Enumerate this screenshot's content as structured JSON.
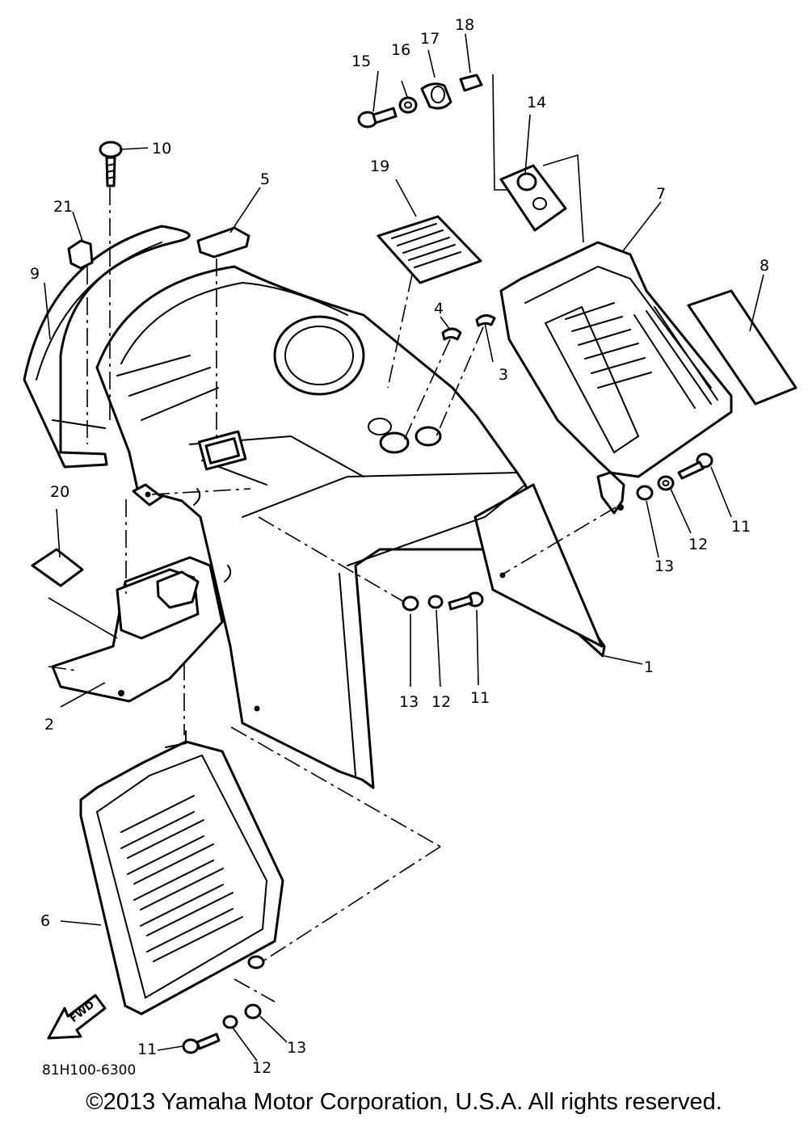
{
  "diagram": {
    "callouts": [
      {
        "id": "c15",
        "label": "15"
      },
      {
        "id": "c16",
        "label": "16"
      },
      {
        "id": "c17",
        "label": "17"
      },
      {
        "id": "c18",
        "label": "18"
      },
      {
        "id": "c14",
        "label": "14"
      },
      {
        "id": "c10",
        "label": "10"
      },
      {
        "id": "c5",
        "label": "5"
      },
      {
        "id": "c19",
        "label": "19"
      },
      {
        "id": "c7",
        "label": "7"
      },
      {
        "id": "c21",
        "label": "21"
      },
      {
        "id": "c9",
        "label": "9"
      },
      {
        "id": "c8",
        "label": "8"
      },
      {
        "id": "c4",
        "label": "4"
      },
      {
        "id": "c3",
        "label": "3"
      },
      {
        "id": "c11a",
        "label": "11"
      },
      {
        "id": "c12a",
        "label": "12"
      },
      {
        "id": "c13a",
        "label": "13"
      },
      {
        "id": "c20",
        "label": "20"
      },
      {
        "id": "c1",
        "label": "1"
      },
      {
        "id": "c13b",
        "label": "13"
      },
      {
        "id": "c12b",
        "label": "12"
      },
      {
        "id": "c11b",
        "label": "11"
      },
      {
        "id": "c2",
        "label": "2"
      },
      {
        "id": "c6",
        "label": "6"
      },
      {
        "id": "c11c",
        "label": "11"
      },
      {
        "id": "c12c",
        "label": "12"
      },
      {
        "id": "c13c",
        "label": "13"
      }
    ],
    "fwd_label": "FWD",
    "code": "81H100-6300"
  },
  "footer": {
    "copyright": "©2013 Yamaha Motor Corporation, U.S.A. All rights reserved."
  }
}
